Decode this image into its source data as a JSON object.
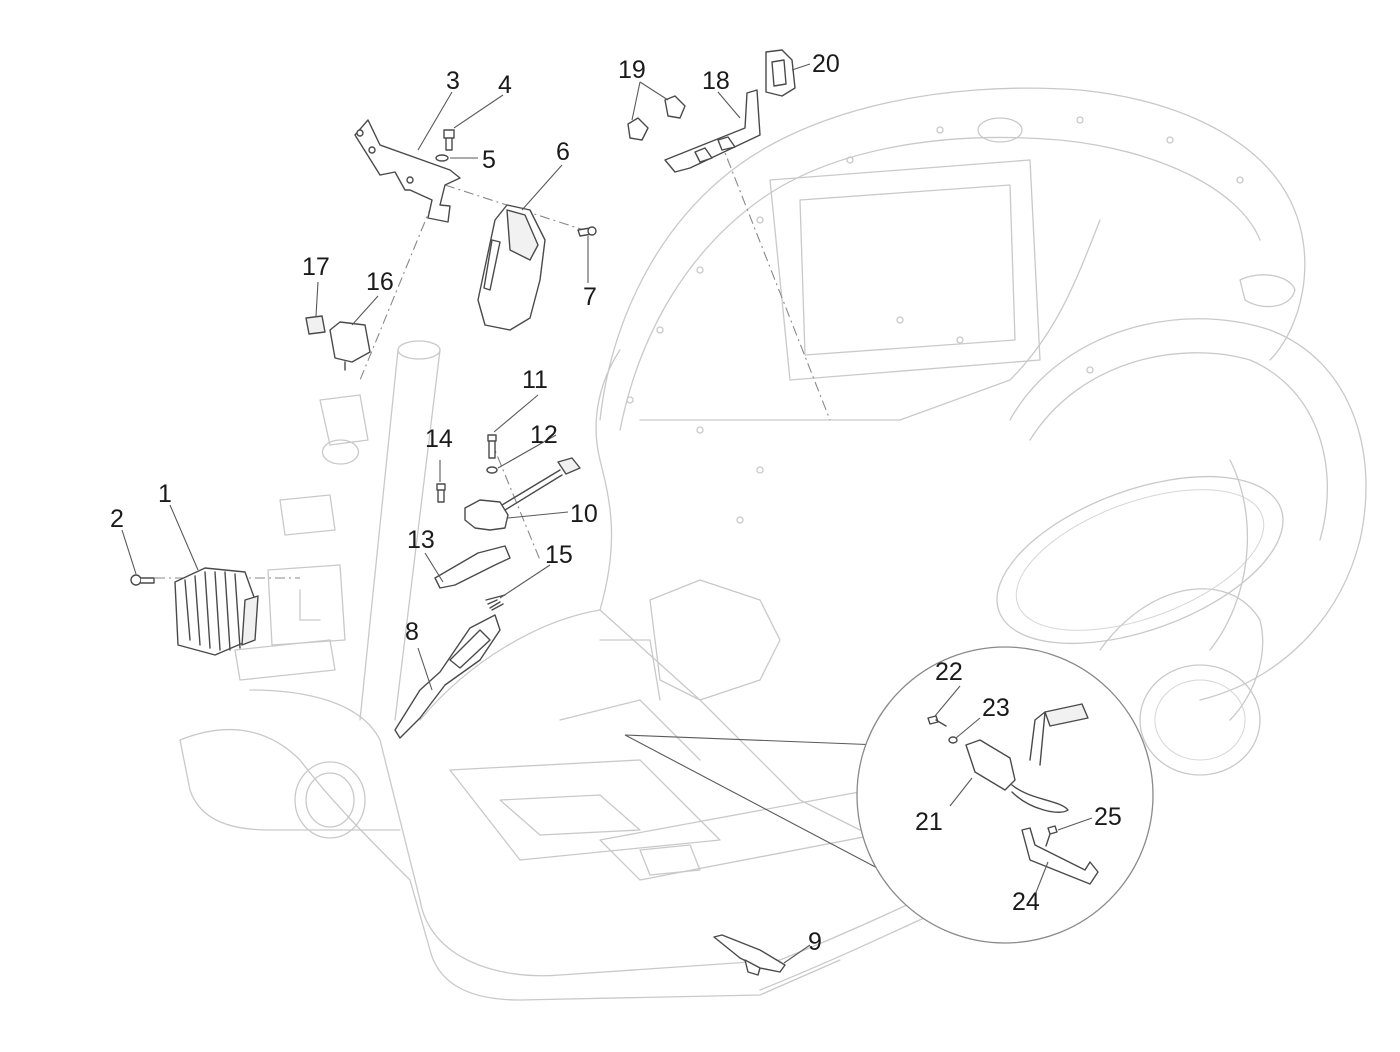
{
  "diagram": {
    "title": "Scooter electrical components exploded view",
    "callouts": [
      {
        "id": "1",
        "label": "1",
        "part": "voltage-regulator"
      },
      {
        "id": "2",
        "label": "2",
        "part": "screw"
      },
      {
        "id": "3",
        "label": "3",
        "part": "bracket"
      },
      {
        "id": "4",
        "label": "4",
        "part": "screw"
      },
      {
        "id": "5",
        "label": "5",
        "part": "washer"
      },
      {
        "id": "6",
        "label": "6",
        "part": "control-unit"
      },
      {
        "id": "7",
        "label": "7",
        "part": "screw"
      },
      {
        "id": "8",
        "label": "8",
        "part": "cover"
      },
      {
        "id": "9",
        "label": "9",
        "part": "clip"
      },
      {
        "id": "10",
        "label": "10",
        "part": "sensor-with-cable"
      },
      {
        "id": "11",
        "label": "11",
        "part": "screw"
      },
      {
        "id": "12",
        "label": "12",
        "part": "washer"
      },
      {
        "id": "13",
        "label": "13",
        "part": "bracket"
      },
      {
        "id": "14",
        "label": "14",
        "part": "screw"
      },
      {
        "id": "15",
        "label": "15",
        "part": "spring"
      },
      {
        "id": "16",
        "label": "16",
        "part": "relay"
      },
      {
        "id": "17",
        "label": "17",
        "part": "small-relay"
      },
      {
        "id": "18",
        "label": "18",
        "part": "fuse-bracket"
      },
      {
        "id": "19",
        "label": "19",
        "part": "fuse-holders"
      },
      {
        "id": "20",
        "label": "20",
        "part": "connector"
      },
      {
        "id": "21",
        "label": "21",
        "part": "ignition-coil"
      },
      {
        "id": "22",
        "label": "22",
        "part": "screw"
      },
      {
        "id": "23",
        "label": "23",
        "part": "washer"
      },
      {
        "id": "24",
        "label": "24",
        "part": "coil-bracket"
      },
      {
        "id": "25",
        "label": "25",
        "part": "screw"
      }
    ]
  }
}
